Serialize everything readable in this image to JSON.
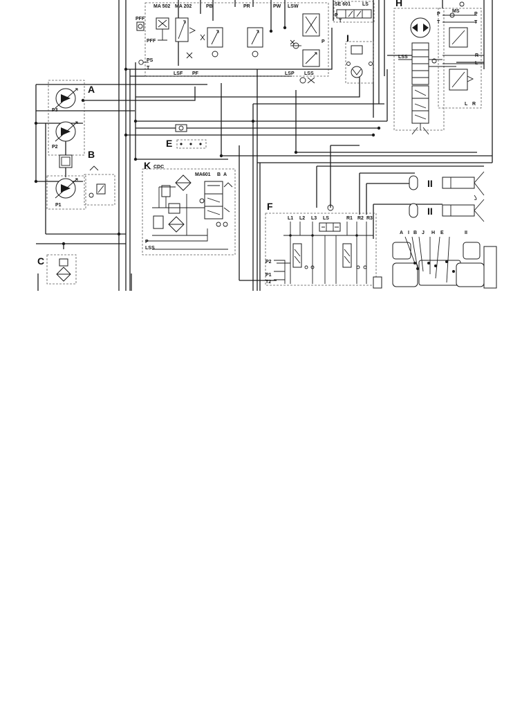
{
  "diagram": {
    "sections": [
      "A",
      "B",
      "C",
      "E",
      "F",
      "H",
      "I",
      "K"
    ],
    "k_suffix": "CDC",
    "pumps": [
      "P3",
      "P2",
      "P1"
    ],
    "top_valve_labels": [
      "MA 502",
      "MA 202",
      "PB",
      "PR",
      "PW",
      "LSW"
    ],
    "left_port_labels": [
      "PFF",
      "PFF",
      "PS",
      "T"
    ],
    "bottom_port_labels": [
      "LSF",
      "PF",
      "LSP",
      "LSS"
    ],
    "priority_valve_port": "P",
    "se_block": {
      "label": "SE 601",
      "ls": "LS",
      "p": "P",
      "t": "T"
    },
    "k_block": {
      "label": "MA601",
      "b": "B",
      "a": "A",
      "p": "P",
      "lss": "LSS"
    },
    "f_block": {
      "top_ports": [
        "L1",
        "L2",
        "L3",
        "LS",
        "R1",
        "R2",
        "R3"
      ],
      "left_ports": [
        "P2",
        "P1",
        "T2"
      ]
    },
    "h_block": {
      "ms": "MS",
      "ports_left": [
        "P",
        "T"
      ],
      "ports_right": [
        "P",
        "T",
        "R",
        "L"
      ],
      "lss": "LSS",
      "bottom": [
        "L",
        "R"
      ]
    },
    "cylinder_marks": [
      "II",
      "II"
    ],
    "vehicle_labels": [
      "A",
      "I",
      "B",
      "J",
      "H",
      "E",
      "II"
    ]
  }
}
